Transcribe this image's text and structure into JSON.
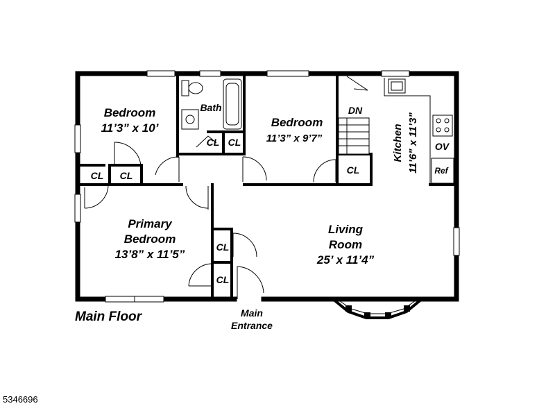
{
  "floor": {
    "title": "Main Floor",
    "entrance_line1": "Main",
    "entrance_line2": "Entrance",
    "listing_id": "5346696"
  },
  "rooms": {
    "bedroom1": {
      "name": "Bedroom",
      "dims": "11’3” x 10’"
    },
    "bath": {
      "name": "Bath"
    },
    "bedroom2": {
      "name": "Bedroom",
      "dims": "11’3” x 9’7”"
    },
    "kitchen": {
      "name": "Kitchen",
      "dims": "11’6” x 11’3”"
    },
    "primary": {
      "name1": "Primary",
      "name2": "Bedroom",
      "dims": "13’8” x 11’5”"
    },
    "living": {
      "name1": "Living",
      "name2": "Room",
      "dims": "25’ x 11’4”"
    }
  },
  "labels": {
    "closet": "CL",
    "stairs_down": "DN",
    "oven": "OV",
    "fridge": "Ref"
  }
}
